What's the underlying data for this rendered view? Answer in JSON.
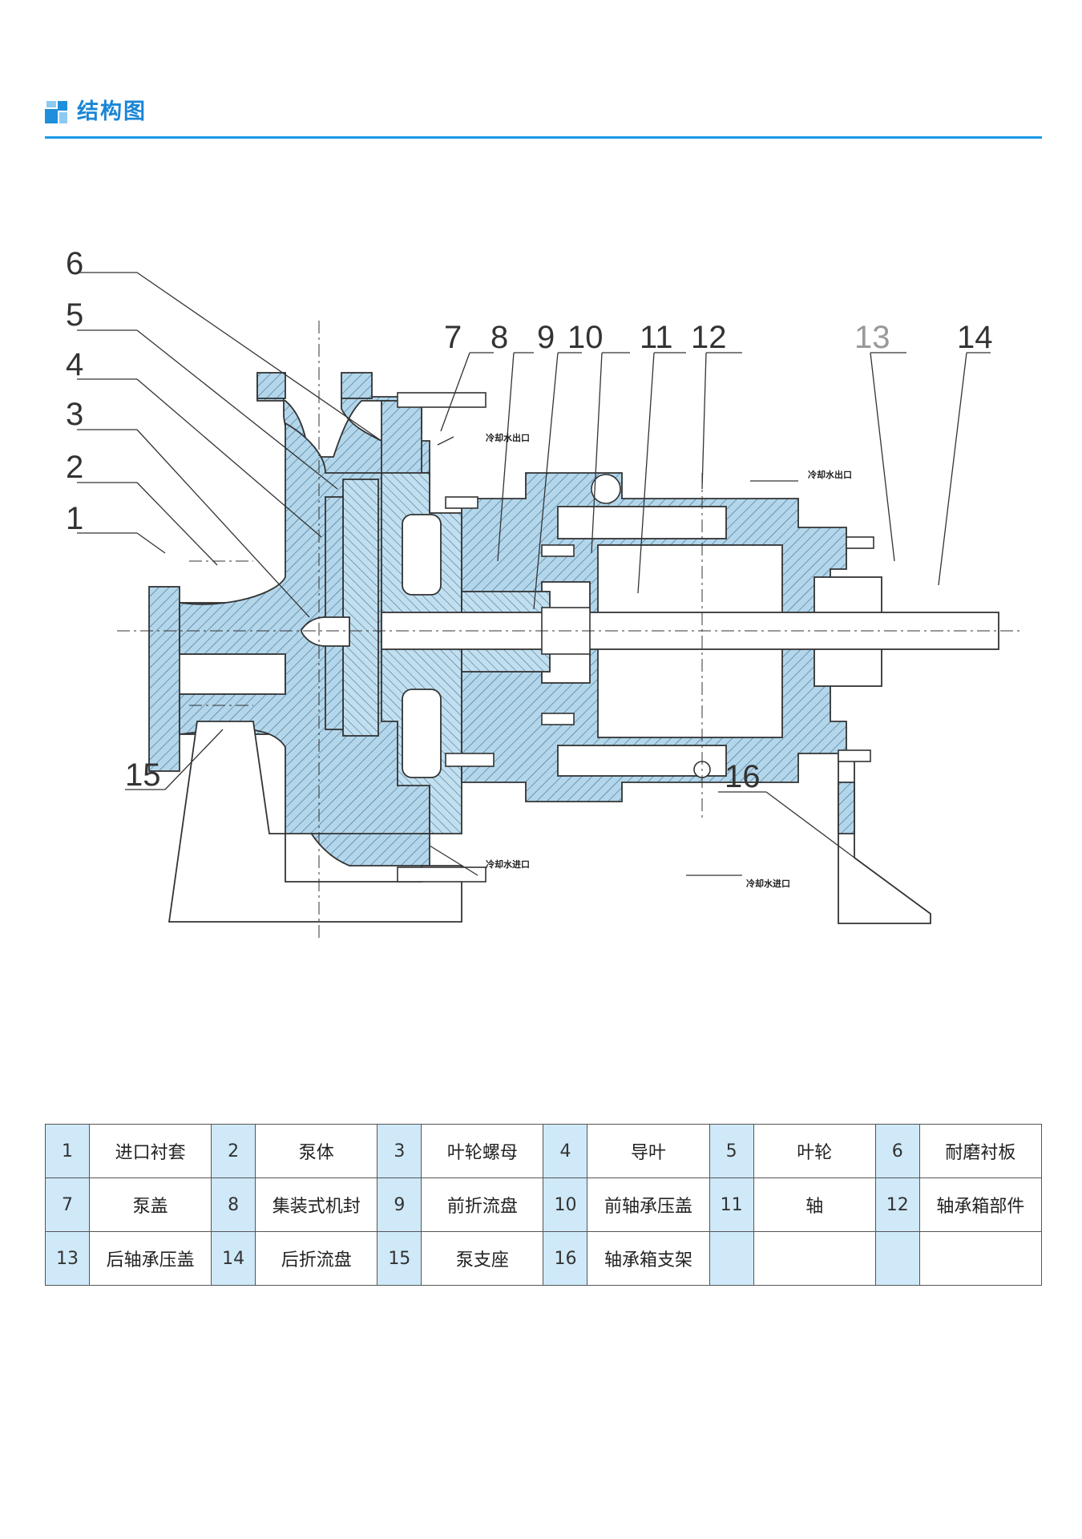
{
  "header": {
    "title": "结构图"
  },
  "callouts": [
    "1",
    "2",
    "3",
    "4",
    "5",
    "6",
    "7",
    "8",
    "9",
    "10",
    "11",
    "12",
    "13",
    "14",
    "15",
    "16"
  ],
  "annotations": {
    "cooling_out_1": "冷却水出口",
    "cooling_out_2": "冷却水出口",
    "cooling_in_1": "冷却水进口",
    "cooling_in_2": "冷却水进口"
  },
  "parts_table": {
    "rows": [
      [
        {
          "num": "1",
          "name": "进口衬套"
        },
        {
          "num": "2",
          "name": "泵体"
        },
        {
          "num": "3",
          "name": "叶轮螺母"
        },
        {
          "num": "4",
          "name": "导叶"
        },
        {
          "num": "5",
          "name": "叶轮"
        },
        {
          "num": "6",
          "name": "耐磨衬板"
        }
      ],
      [
        {
          "num": "7",
          "name": "泵盖"
        },
        {
          "num": "8",
          "name": "集装式机封"
        },
        {
          "num": "9",
          "name": "前折流盘"
        },
        {
          "num": "10",
          "name": "前轴承压盖"
        },
        {
          "num": "11",
          "name": "轴"
        },
        {
          "num": "12",
          "name": "轴承箱部件"
        }
      ],
      [
        {
          "num": "13",
          "name": "后轴承压盖"
        },
        {
          "num": "14",
          "name": "后折流盘"
        },
        {
          "num": "15",
          "name": "泵支座"
        },
        {
          "num": "16",
          "name": "轴承箱支架"
        },
        {
          "num": "",
          "name": ""
        },
        {
          "num": "",
          "name": ""
        }
      ]
    ]
  },
  "colors": {
    "accent": "#1a86d6",
    "rule": "#1a9be6",
    "part_fill": "#b3d6ea",
    "table_num_bg": "#cfe9f9"
  }
}
